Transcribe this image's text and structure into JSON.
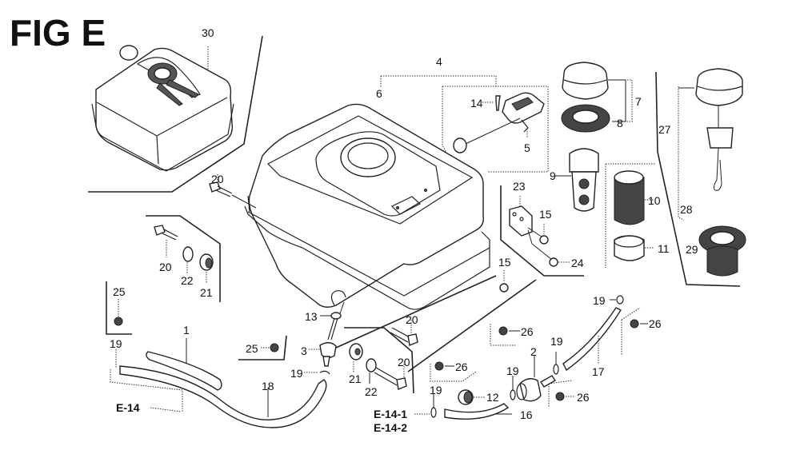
{
  "figure": {
    "title": "FIG E",
    "subject": "Fuel tank assembly (exploded parts diagram)"
  },
  "callouts": [
    {
      "id": "c30",
      "label": "30",
      "part": "fuel-tank-cover"
    },
    {
      "id": "c4",
      "label": "4",
      "part": "fuel-tank-assembly"
    },
    {
      "id": "c6",
      "label": "6",
      "part": "fuel-tank"
    },
    {
      "id": "c14",
      "label": "14",
      "part": "screw"
    },
    {
      "id": "c5",
      "label": "5",
      "part": "fuel-gauge"
    },
    {
      "id": "c7",
      "label": "7",
      "part": "fuel-cap-assembly"
    },
    {
      "id": "c8",
      "label": "8",
      "part": "cap-gasket"
    },
    {
      "id": "c9",
      "label": "9",
      "part": "fuel-strainer"
    },
    {
      "id": "c10",
      "label": "10",
      "part": "strainer-screen"
    },
    {
      "id": "c11",
      "label": "11",
      "part": "strainer-collar"
    },
    {
      "id": "c27",
      "label": "27",
      "part": "fuel-cap-with-tether"
    },
    {
      "id": "c28",
      "label": "28",
      "part": "cap-gasket-alt"
    },
    {
      "id": "c29",
      "label": "29",
      "part": "strainer-alt"
    },
    {
      "id": "c23",
      "label": "23",
      "part": "bracket-plate"
    },
    {
      "id": "c15a",
      "label": "15",
      "part": "nut"
    },
    {
      "id": "c24",
      "label": "24",
      "part": "nut"
    },
    {
      "id": "c15b",
      "label": "15",
      "part": "nut"
    },
    {
      "id": "c20a",
      "label": "20",
      "part": "bolt"
    },
    {
      "id": "c20b",
      "label": "20",
      "part": "bolt"
    },
    {
      "id": "c22a",
      "label": "22",
      "part": "washer"
    },
    {
      "id": "c21a",
      "label": "21",
      "part": "rubber-mount"
    },
    {
      "id": "c25a",
      "label": "25",
      "part": "nut"
    },
    {
      "id": "c1",
      "label": "1",
      "part": "fuel-tube"
    },
    {
      "id": "c19a",
      "label": "19",
      "part": "tube-clip"
    },
    {
      "id": "c18",
      "label": "18",
      "part": "fuel-tube-long"
    },
    {
      "id": "c25b",
      "label": "25",
      "part": "nut"
    },
    {
      "id": "c13",
      "label": "13",
      "part": "fuel-valve-joint"
    },
    {
      "id": "c3",
      "label": "3",
      "part": "fuel-cock"
    },
    {
      "id": "c19b",
      "label": "19",
      "part": "tube-clip"
    },
    {
      "id": "c20c",
      "label": "20",
      "part": "bolt"
    },
    {
      "id": "c21b",
      "label": "21",
      "part": "rubber-mount"
    },
    {
      "id": "c22b",
      "label": "22",
      "part": "washer"
    },
    {
      "id": "c20d",
      "label": "20",
      "part": "bolt"
    },
    {
      "id": "c26a",
      "label": "26",
      "part": "clip"
    },
    {
      "id": "c26b",
      "label": "26",
      "part": "clip"
    },
    {
      "id": "c19c",
      "label": "19",
      "part": "tube-clip"
    },
    {
      "id": "c12",
      "label": "12",
      "part": "joint"
    },
    {
      "id": "c16",
      "label": "16",
      "part": "fuel-tube-short"
    },
    {
      "id": "c2",
      "label": "2",
      "part": "fuel-filter"
    },
    {
      "id": "c19d",
      "label": "19",
      "part": "tube-clip"
    },
    {
      "id": "c19e",
      "label": "19",
      "part": "tube-clip"
    },
    {
      "id": "c17",
      "label": "17",
      "part": "fuel-tube-mid"
    },
    {
      "id": "c26c",
      "label": "26",
      "part": "clip"
    },
    {
      "id": "c26d",
      "label": "26",
      "part": "clip"
    },
    {
      "id": "c19f",
      "label": "19",
      "part": "tube-clip"
    }
  ],
  "references": [
    {
      "id": "r1",
      "label": "E-14"
    },
    {
      "id": "r2",
      "label": "E-14-1"
    },
    {
      "id": "r3",
      "label": "E-14-2"
    }
  ]
}
